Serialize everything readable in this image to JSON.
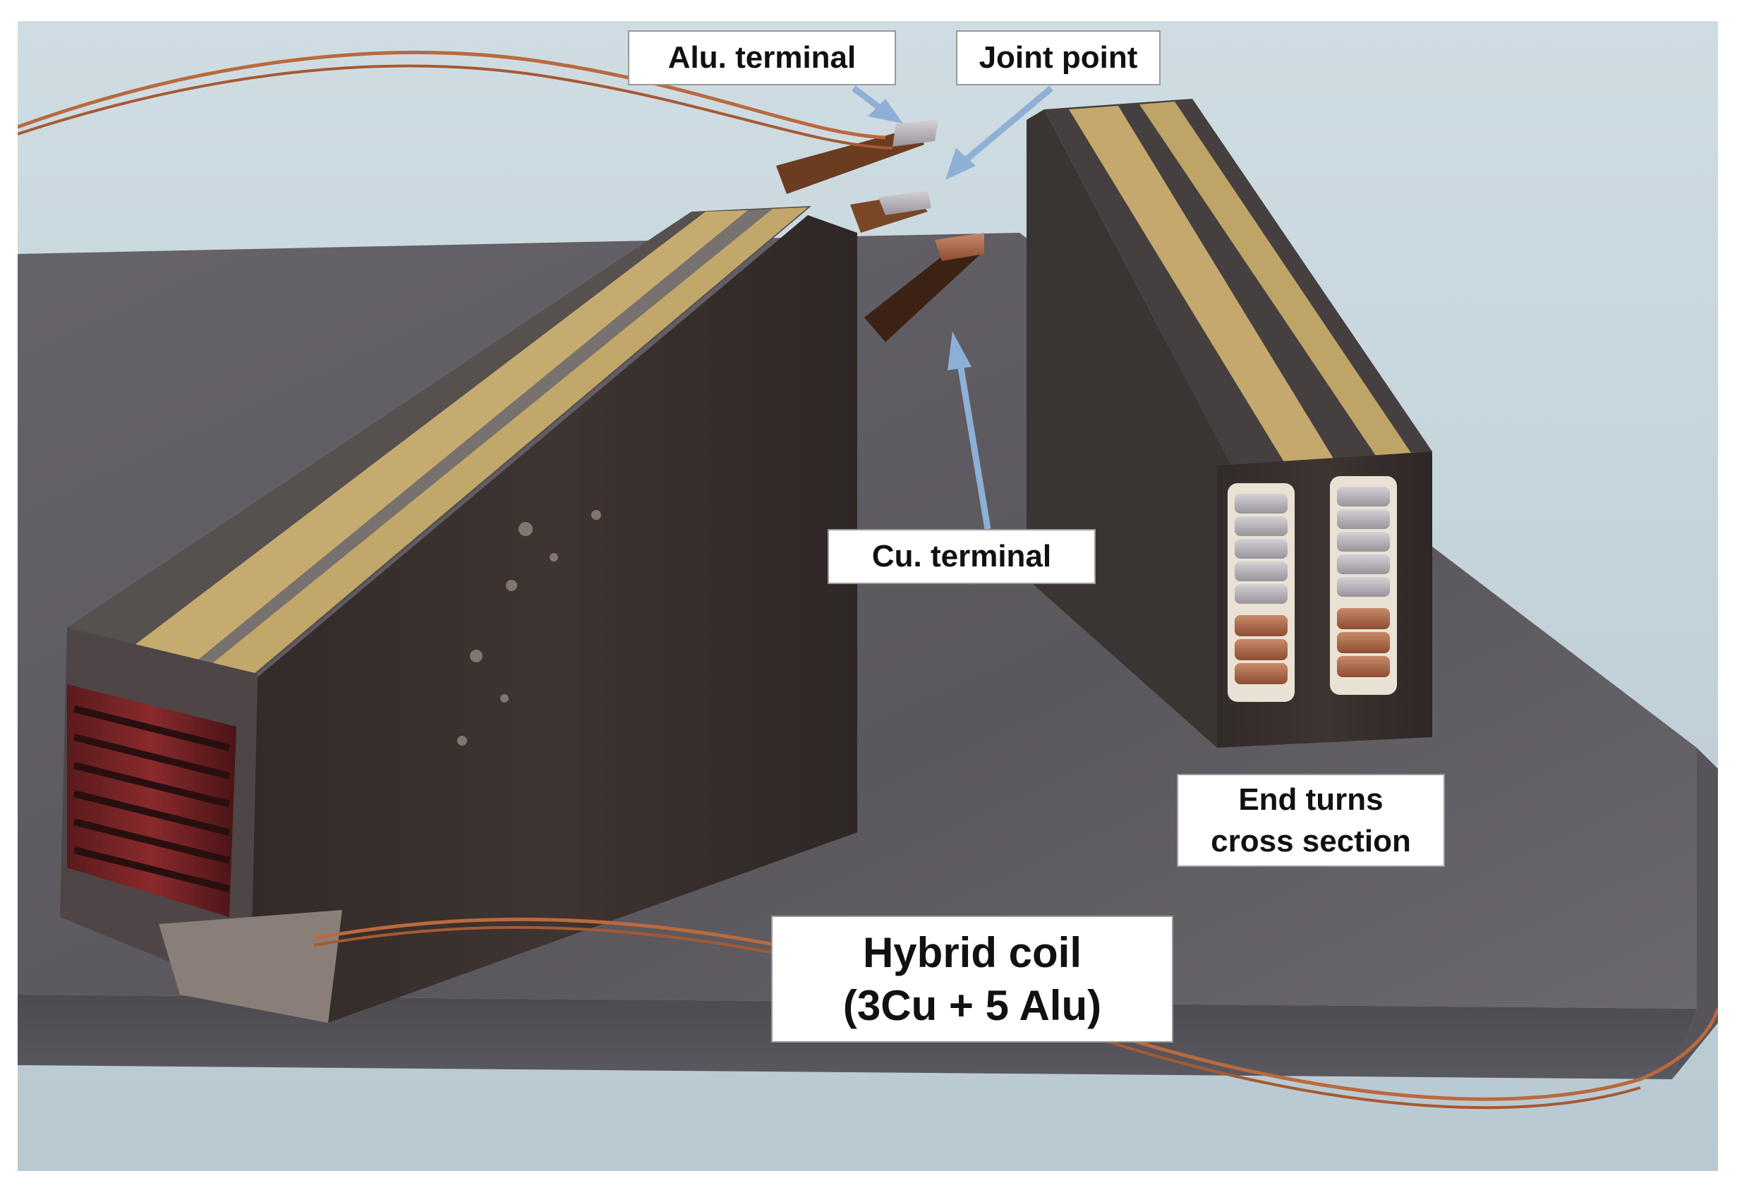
{
  "image": {
    "description_icon": "photo-of-hybrid-coil",
    "colors": {
      "background_fabric": "#c9d8df",
      "base_plate": "#5d5a60",
      "dark_core": "#3b3331",
      "epoxy_strip": "#c4a86d",
      "copper": "#b06a45",
      "aluminum": "#b9b3b8",
      "arrow": "#8fb0d6"
    }
  },
  "labels": {
    "alu_terminal": "Alu. terminal",
    "joint_point": "Joint point",
    "cu_terminal": "Cu. terminal",
    "end_turns_line1": "End turns",
    "end_turns_line2": "cross section",
    "hybrid_line1": "Hybrid coil",
    "hybrid_line2": "(3Cu + 5 Alu)"
  }
}
